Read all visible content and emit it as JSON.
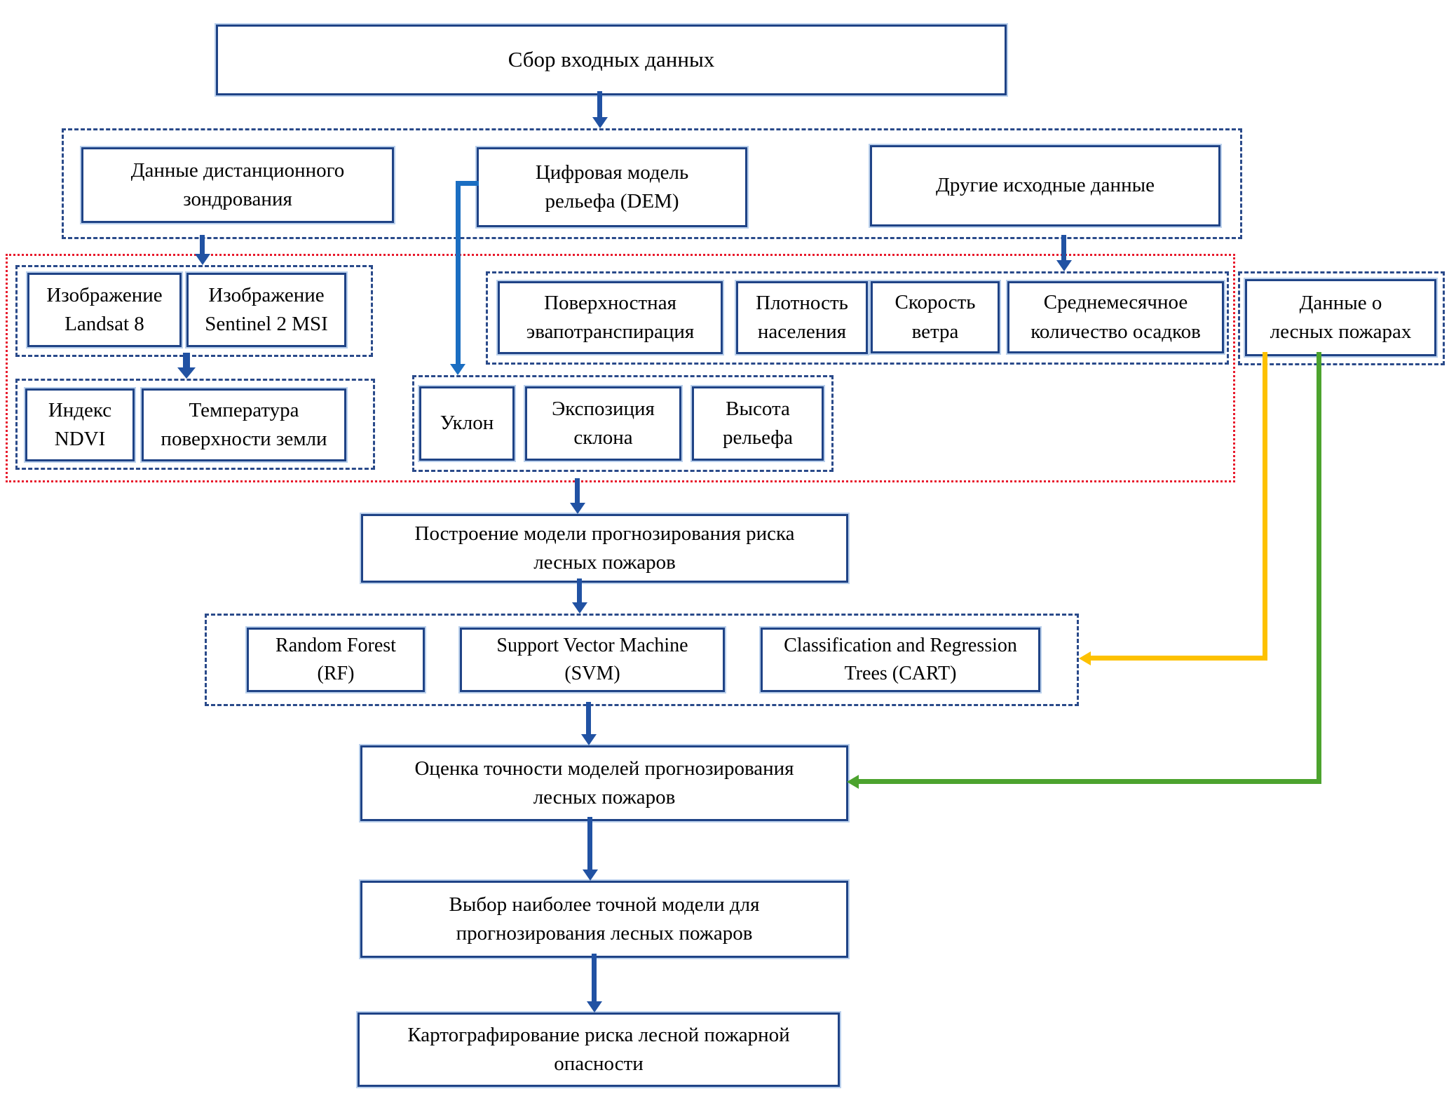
{
  "colors": {
    "box_border": "#1f4386",
    "box_glow": "#82aadc",
    "dashed_container": "#2a4a8a",
    "red_dotted_container": "#e8192c",
    "arrow_navy": "#2152a3",
    "arrow_dem_blue": "#1b6ec2",
    "arrow_yellow": "#fdc101",
    "arrow_green": "#4ca32e"
  },
  "nodes": {
    "input": {
      "lines": [
        "Сбор входных данных"
      ]
    },
    "remote": {
      "lines": [
        "Данные дистанционного",
        "зондрования"
      ]
    },
    "dem": {
      "lines": [
        "Цифровая модель",
        "рельефа (DEM)"
      ]
    },
    "other": {
      "lines": [
        "Другие исходные данные"
      ]
    },
    "landsat": {
      "lines": [
        "Изображение",
        "Landsat 8"
      ]
    },
    "sentinel": {
      "lines": [
        "Изображение",
        "Sentinel 2 MSI"
      ]
    },
    "ndvi": {
      "lines": [
        "Индекс",
        "NDVI"
      ]
    },
    "lst": {
      "lines": [
        "Температура",
        "поверхности земли"
      ]
    },
    "slope": {
      "lines": [
        "Уклон"
      ]
    },
    "aspect": {
      "lines": [
        "Экспозиция",
        "склона"
      ]
    },
    "elevation": {
      "lines": [
        "Высота",
        "рельефа"
      ]
    },
    "evapo": {
      "lines": [
        "Поверхностная",
        "эвапотранспирация"
      ]
    },
    "density": {
      "lines": [
        "Плотность",
        "населения"
      ]
    },
    "wind": {
      "lines": [
        "Скорость",
        "ветра"
      ]
    },
    "precip": {
      "lines": [
        "Среднемесячное",
        "количество осадков"
      ]
    },
    "fires": {
      "lines": [
        "Данные о",
        "лесных пожарах"
      ]
    },
    "modeling": {
      "lines": [
        "Построение модели прогнозирования риска",
        "лесных пожаров"
      ]
    },
    "rf": {
      "lines": [
        "Random Forest",
        "(RF)"
      ]
    },
    "svm": {
      "lines": [
        "Support Vector Machine",
        "(SVM)"
      ]
    },
    "cart": {
      "lines": [
        "Classification and Regression",
        "Trees (CART)"
      ]
    },
    "evaluation": {
      "lines": [
        "Оценка точности моделей прогнозирования",
        "лесных пожаров"
      ]
    },
    "selection": {
      "lines": [
        "Выбор наиболее точной модели для",
        "прогнозирования лесных пожаров"
      ]
    },
    "mapping": {
      "lines": [
        "Картографирование риска лесной пожарной",
        "опасности"
      ]
    }
  }
}
